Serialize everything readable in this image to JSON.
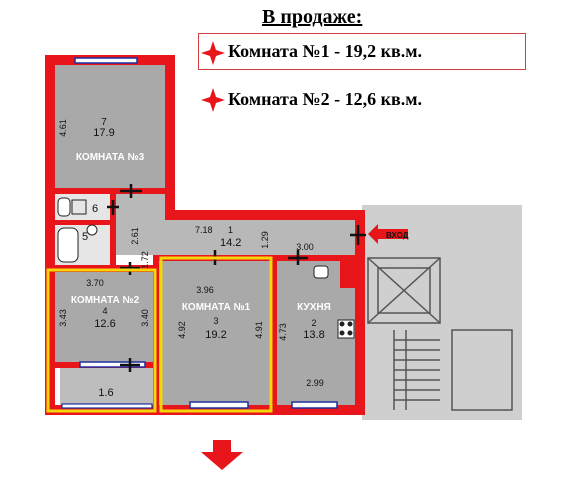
{
  "header": {
    "title": "В продаже:",
    "items": [
      {
        "label": "Комната №1 - 19,2 кв.м."
      },
      {
        "label": "Комната №2 - 12,6 кв.м."
      }
    ]
  },
  "colors": {
    "wall": "#e8161b",
    "room_fill": "#a9a9a9",
    "highlight": "#f5d60a",
    "bg_gray": "#cfcfcf"
  },
  "rooms": {
    "room3": {
      "name": "КОМНАТА №3",
      "number": "7",
      "area": "17.9",
      "dim_side": "4.61"
    },
    "wc": {
      "number": "6"
    },
    "bath": {
      "number": "5",
      "dim": "2.61"
    },
    "corridor": {
      "dim_left": "7.18",
      "number": "1",
      "area": "14.2",
      "dim_right": "1.29",
      "dim_mid": "1.72"
    },
    "room2": {
      "name": "КОМНАТА №2",
      "number": "4",
      "area": "12.6",
      "dim_top": "3.70",
      "dim_left": "3.43",
      "dim_right": "3.40"
    },
    "balcony": {
      "area": "1.6"
    },
    "room1": {
      "name": "КОМНАТА №1",
      "number": "3",
      "area": "19.2",
      "dim_top": "3.96",
      "dim_left": "4.92",
      "dim_right": "4.91"
    },
    "kitchen": {
      "name": "КУХНЯ",
      "number": "2",
      "area": "13.8",
      "dim_top": "3.00",
      "dim_left": "4.73",
      "dim_bottom": "2.99"
    }
  },
  "entrance": {
    "label": "ВХОД"
  }
}
